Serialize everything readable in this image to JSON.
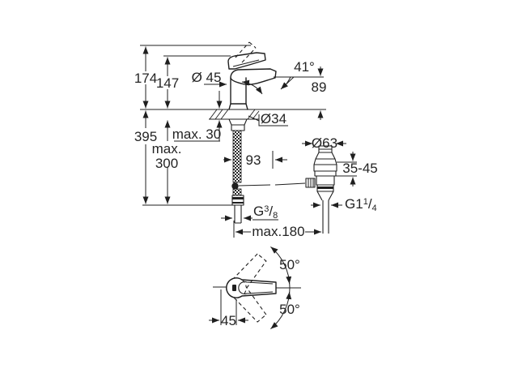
{
  "meta": {
    "background_color": "#ffffff",
    "line_color": "#1f1f1f"
  },
  "front_view": {
    "dims": {
      "total_height": "395",
      "lever_height": "174",
      "body_height": "147",
      "spout_height": "89",
      "spout_angle": "41°",
      "lever_diameter": "Ø 45",
      "shank_diameter": "Ø34",
      "deck_max": "max. 30",
      "hose_max_line1": "max.",
      "hose_max_line2": "300",
      "rod_offset": "93",
      "waste_flange_diameter": "Ø63",
      "deck_clamp_range": "35-45",
      "reach_max": "max.180"
    },
    "threads": {
      "supply": {
        "prefix": "G",
        "num": "3",
        "slash": "/",
        "den": "8"
      },
      "waste": {
        "prefix": "G1",
        "num": "1",
        "slash": "/",
        "den": "4"
      }
    }
  },
  "top_view": {
    "swivel_up": "50°",
    "swivel_down": "50°",
    "handle_offset": "45"
  }
}
